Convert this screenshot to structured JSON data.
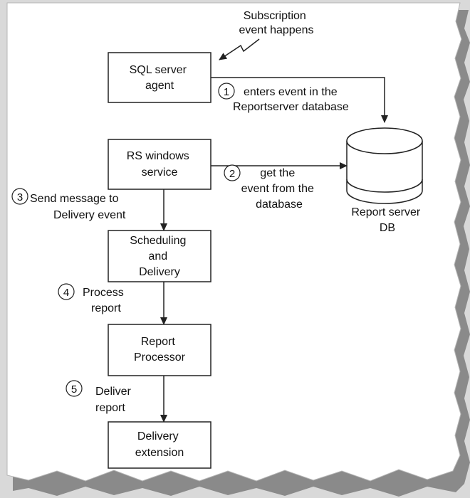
{
  "trigger": [
    "Subscription",
    "event happens"
  ],
  "boxes": {
    "sql_agent": [
      "SQL server",
      "agent"
    ],
    "rs_service": [
      "RS windows",
      "service"
    ],
    "scheduling": [
      "Scheduling",
      "and",
      "Delivery"
    ],
    "processor": [
      "Report",
      "Processor"
    ],
    "delivery_ext": [
      "Delivery",
      "extension"
    ]
  },
  "database": [
    "Report server",
    "DB"
  ],
  "steps": [
    {
      "num": "1",
      "text": [
        "enters event in the",
        "Reportserver database"
      ]
    },
    {
      "num": "2",
      "text": [
        "get the",
        "event from the",
        "database"
      ]
    },
    {
      "num": "3",
      "text": [
        "Send message to",
        "Delivery event"
      ]
    },
    {
      "num": "4",
      "text": [
        "Process",
        "report"
      ]
    },
    {
      "num": "5",
      "text": [
        "Deliver",
        "report"
      ]
    }
  ],
  "colors": {
    "page": "#ffffff",
    "background": "#d9d9d9",
    "shadow": "#8a8a8a",
    "stroke": "#222222"
  }
}
